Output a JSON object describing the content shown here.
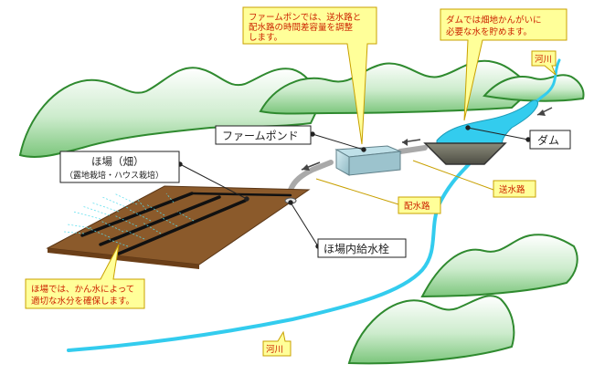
{
  "labels": {
    "farm_pond_note_line1": "ファームポンでは、送水路と",
    "farm_pond_note_line2": "配水路の時間差容量を調整",
    "farm_pond_note_line3": "します。",
    "dam_note_line1": "ダムでは畑地かんがいに",
    "dam_note_line2": "必要な水を貯めます。",
    "river_top": "河川",
    "farm_pond": "ファームポンド",
    "dam": "ダム",
    "field_title": "ほ場（畑）",
    "field_subtitle": "（露地栽培・ハウス栽培）",
    "transmission_channel": "送水路",
    "distribution_channel": "配水路",
    "hydrant": "ほ場内給水栓",
    "field_note_line1": "ほ場では、かん水によって",
    "field_note_line2": "適切な水分を確保します。",
    "river_bottom": "河川"
  },
  "colors": {
    "water": "#33ccee",
    "mountain_outline": "#2f8a2f",
    "mountain_fill_top": "#ffffff",
    "mountain_fill_bottom": "#8ed08e",
    "field": "#8b5a2b",
    "callout_fill": "#ffff99",
    "callout_stroke": "#c8a000",
    "pipe": "#a9a9a9",
    "red_text": "#cc2200"
  }
}
